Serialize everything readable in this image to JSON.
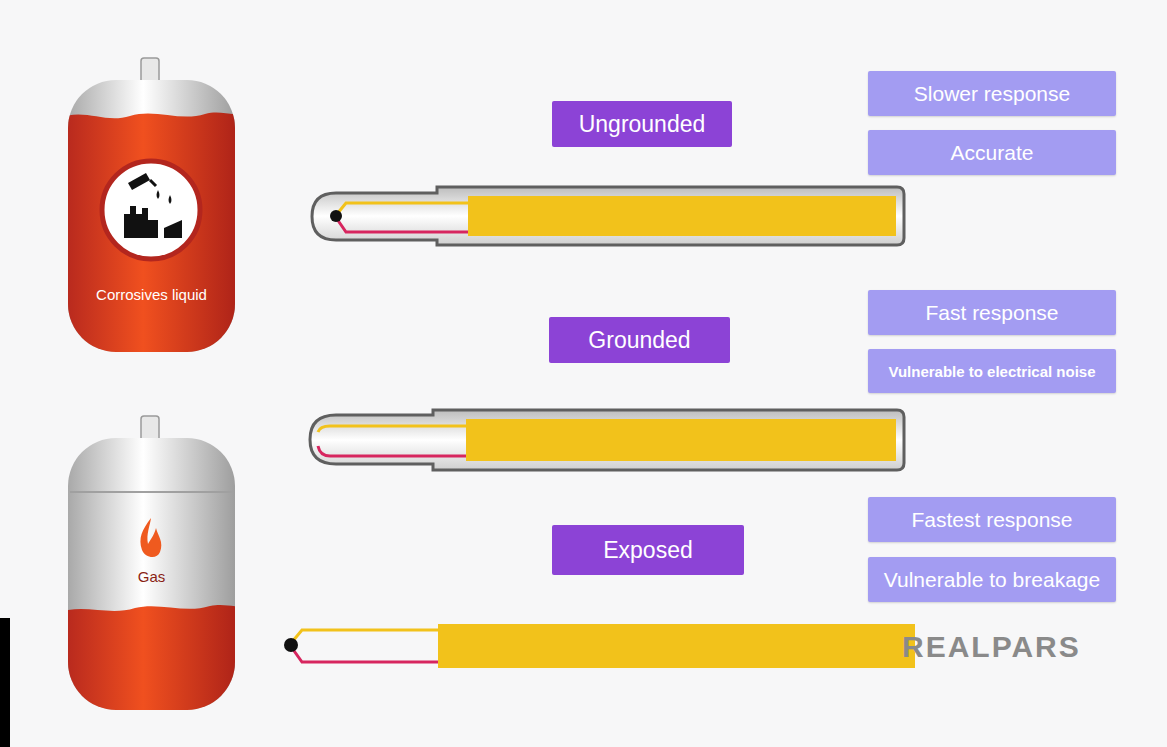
{
  "diagram": {
    "nodes": [
      {
        "text": [
          "Corrosives liquid"
        ]
      },
      {
        "text": [
          "Ungrounded"
        ]
      },
      {
        "text": [
          "Slower response"
        ]
      },
      {
        "text": [
          "Accurate"
        ]
      },
      {
        "text": [
          "Grounded"
        ]
      },
      {
        "text": [
          "Fast response"
        ]
      },
      {
        "text": [
          "Vulnerable to electrical noise"
        ]
      },
      {
        "text": [
          "Gas"
        ]
      },
      {
        "text": [
          "Exposed"
        ]
      },
      {
        "text": [
          "Fastest response"
        ]
      },
      {
        "text": [
          "Vulnerable to breakage"
        ]
      }
    ],
    "labels": [
      "REALPARS"
    ]
  }
}
